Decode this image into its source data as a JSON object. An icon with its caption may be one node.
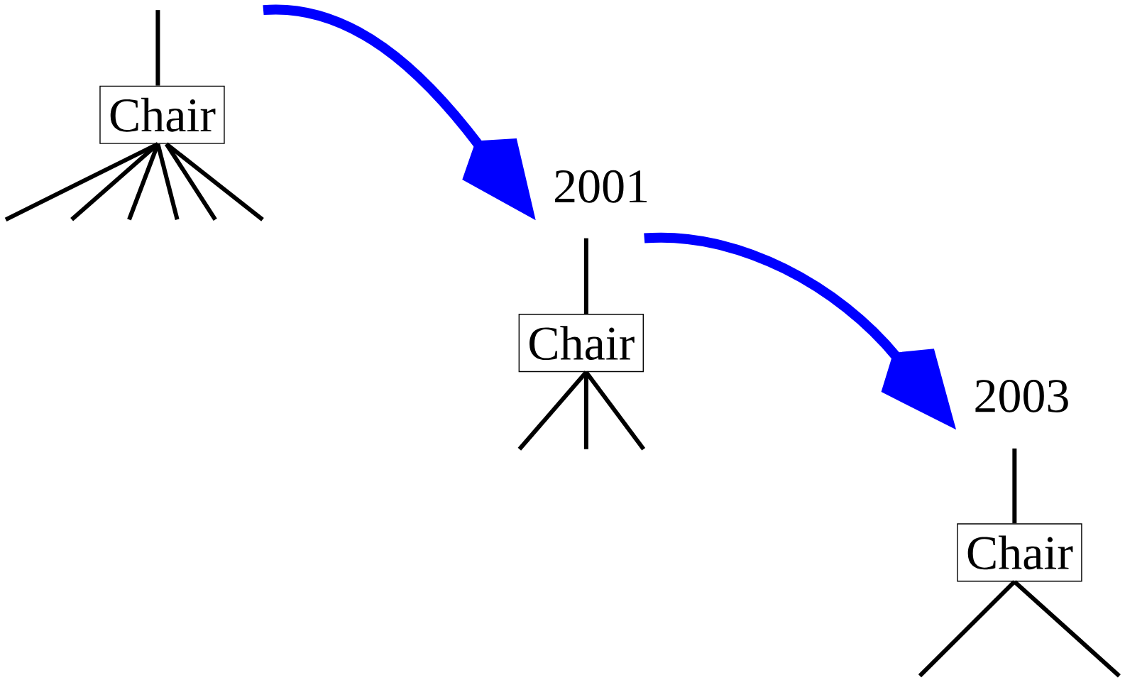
{
  "diagram": {
    "nodes": [
      {
        "text": [
          "Chair"
        ]
      },
      {
        "text": [
          "2001"
        ]
      },
      {
        "text": [
          "Chair"
        ]
      },
      {
        "text": [
          "2003"
        ]
      },
      {
        "text": [
          "Chair"
        ]
      }
    ],
    "edges": [
      {
        "from": 0,
        "to": null,
        "arrow": "none"
      },
      {
        "from": 0,
        "to": null,
        "arrow": "none"
      },
      {
        "from": 0,
        "to": null,
        "arrow": "none"
      },
      {
        "from": 0,
        "to": null,
        "arrow": "none"
      },
      {
        "from": 0,
        "to": null,
        "arrow": "none"
      },
      {
        "from": 0,
        "to": null,
        "arrow": "none"
      },
      {
        "from": 0,
        "to": null,
        "arrow": "none"
      },
      {
        "from": null,
        "to": 1,
        "arrow": "to",
        "style": "thick",
        "color": "#0000ff"
      },
      {
        "from": 2,
        "to": null,
        "arrow": "none"
      },
      {
        "from": 2,
        "to": null,
        "arrow": "none"
      },
      {
        "from": 2,
        "to": null,
        "arrow": "none"
      },
      {
        "from": 2,
        "to": null,
        "arrow": "none"
      },
      {
        "from": null,
        "to": 3,
        "arrow": "to",
        "style": "thick",
        "color": "#0000ff"
      },
      {
        "from": 4,
        "to": null,
        "arrow": "none"
      },
      {
        "from": 4,
        "to": null,
        "arrow": "none"
      },
      {
        "from": 4,
        "to": null,
        "arrow": "none"
      }
    ]
  }
}
